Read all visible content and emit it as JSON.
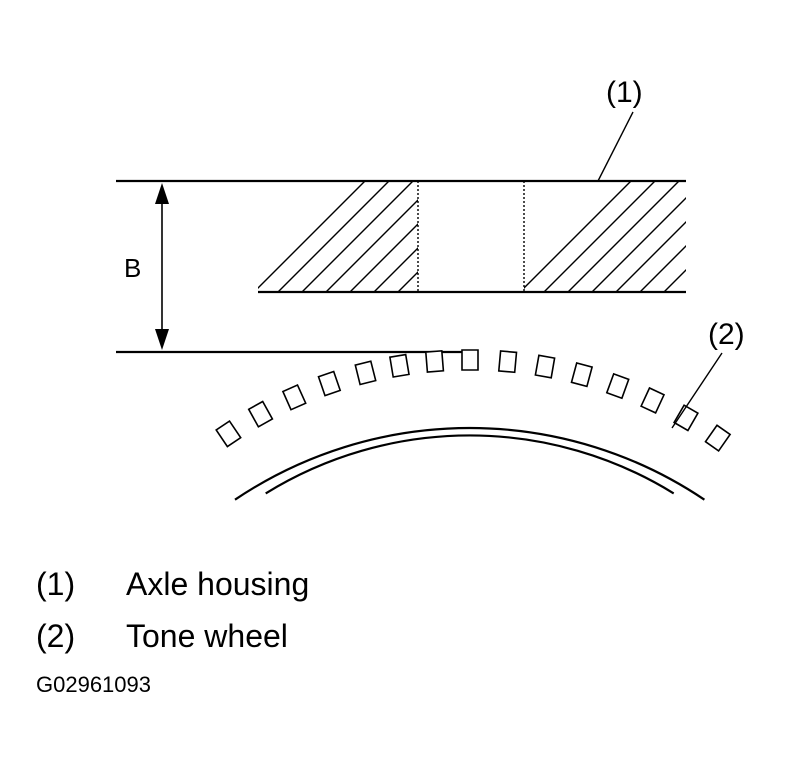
{
  "diagram": {
    "dimension_label": "B",
    "callouts": [
      {
        "id": "1",
        "text": "(1)"
      },
      {
        "id": "2",
        "text": "(2)"
      }
    ]
  },
  "legend": {
    "items": [
      {
        "number": "(1)",
        "label": "Axle housing"
      },
      {
        "number": "(2)",
        "label": "Tone wheel"
      }
    ]
  },
  "figure_code": "G02961093"
}
